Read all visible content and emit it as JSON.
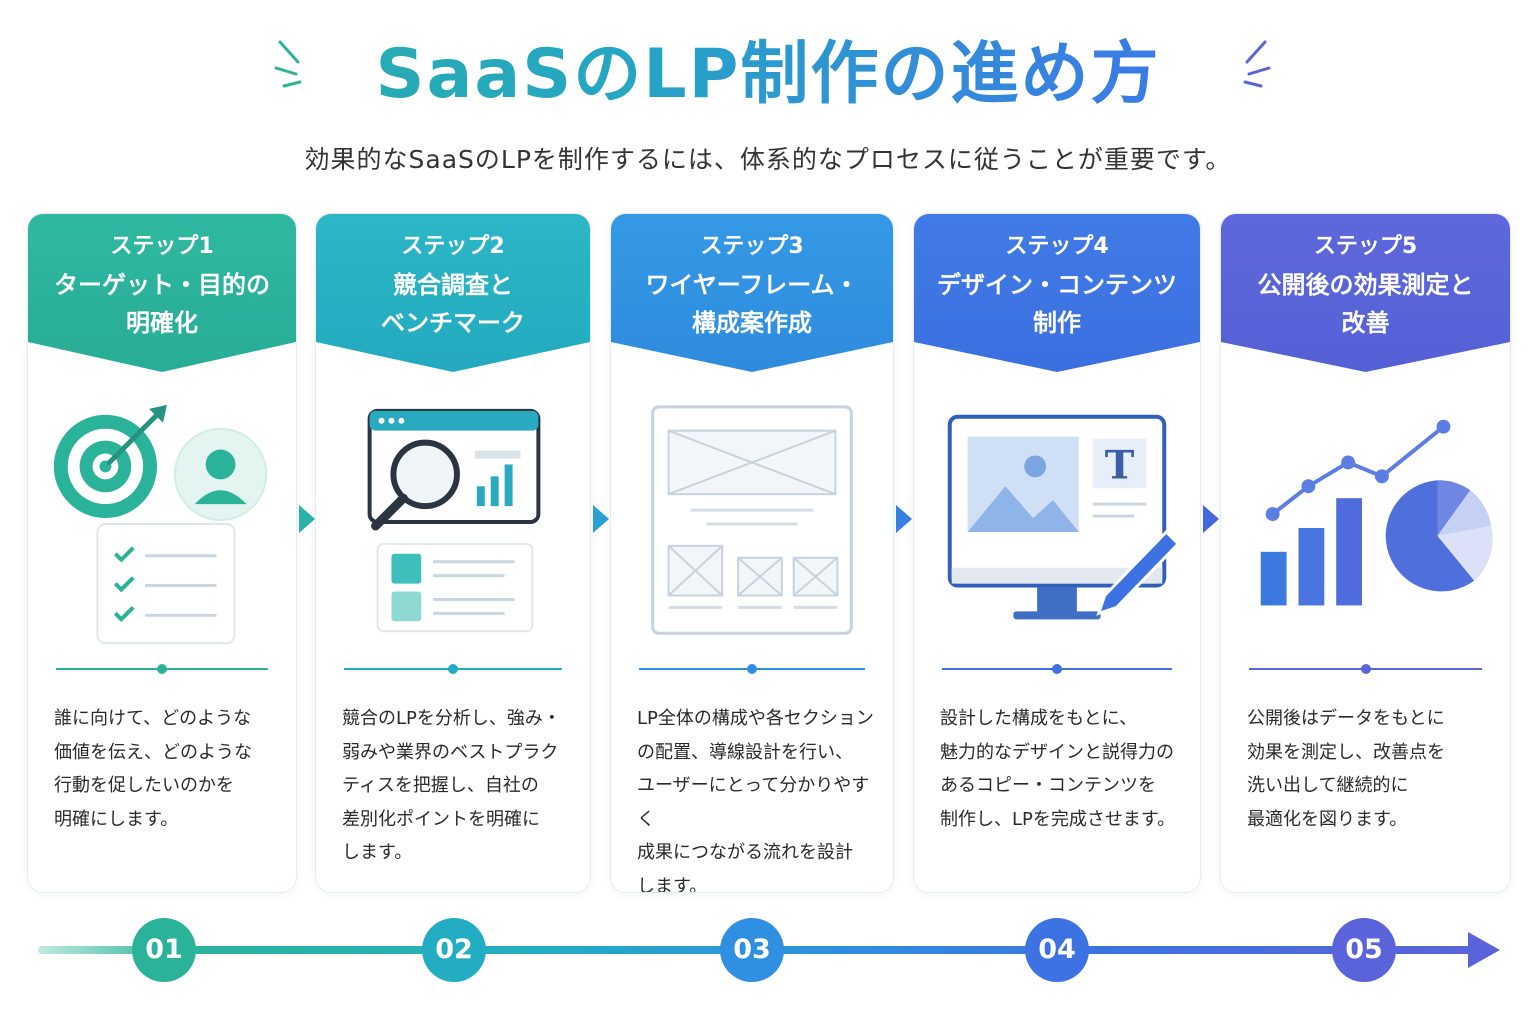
{
  "header": {
    "title": "SaaSのLP制作の進め方",
    "subtitle": "効果的なSaaSのLPを制作するには、体系的なプロセスに従うことが重要です。"
  },
  "steps": [
    {
      "label": "ステップ1",
      "title": "ターゲット・目的の\n明確化",
      "text": "誰に向けて、どのような\n価値を伝え、どのような\n行動を促したいのかを\n明確にします。",
      "number": "01",
      "color": "#2bb39a"
    },
    {
      "label": "ステップ2",
      "title": "競合調査と\nベンチマーク",
      "text": "競合のLPを分析し、強み・\n弱みや業界のベストプラク\nティスを把握し、自社の\n差別化ポイントを明確に\nします。",
      "number": "02",
      "color": "#23adc2"
    },
    {
      "label": "ステップ3",
      "title": "ワイヤーフレーム・\n構成案作成",
      "text": "LP全体の構成や各セクション\nの配置、導線設計を行い、\nユーザーにとって分かりやすく\n成果につながる流れを設計\nします。",
      "number": "03",
      "color": "#2f8fe0"
    },
    {
      "label": "ステップ4",
      "title": "デザイン・コンテンツ\n制作",
      "text": "設計した構成をもとに、\n魅力的なデザインと説得力の\nあるコピー・コンテンツを\n制作し、LPを完成させます。",
      "number": "04",
      "color": "#3d72e3"
    },
    {
      "label": "ステップ5",
      "title": "公開後の効果測定と\n改善",
      "text": "公開後はデータをもとに\n効果を測定し、改善点を\n洗い出して継続的に\n最適化を図ります。",
      "number": "05",
      "color": "#5a63d9"
    }
  ],
  "icons": {
    "step1": [
      "target-icon",
      "user-avatar-icon",
      "checklist-icon"
    ],
    "step2": [
      "browser-window-icon",
      "magnifier-icon",
      "bar-chart-icon"
    ],
    "step3": [
      "wireframe-icon"
    ],
    "step4": [
      "monitor-icon",
      "image-icon",
      "text-icon",
      "pencil-icon"
    ],
    "step5": [
      "line-chart-icon",
      "bar-chart-icon",
      "pie-chart-icon"
    ]
  }
}
